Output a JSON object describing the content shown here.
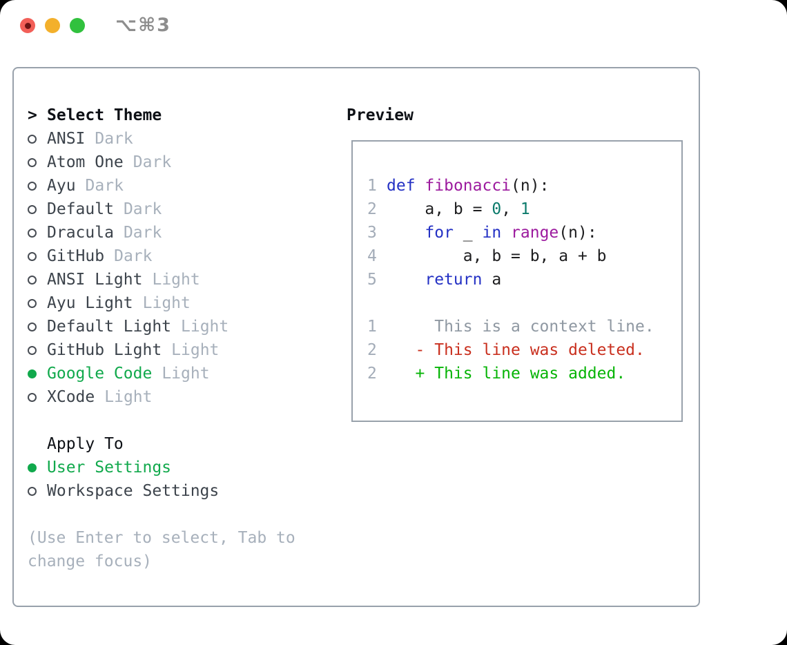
{
  "titlebar": {
    "title": "⌥⌘3"
  },
  "theme_panel": {
    "header": {
      "marker": ">",
      "label": "Select Theme"
    },
    "themes": [
      {
        "name": "ANSI",
        "variant": "Dark",
        "selected": false
      },
      {
        "name": "Atom One",
        "variant": "Dark",
        "selected": false
      },
      {
        "name": "Ayu",
        "variant": "Dark",
        "selected": false
      },
      {
        "name": "Default",
        "variant": "Dark",
        "selected": false
      },
      {
        "name": "Dracula",
        "variant": "Dark",
        "selected": false
      },
      {
        "name": "GitHub",
        "variant": "Dark",
        "selected": false
      },
      {
        "name": "ANSI Light",
        "variant": "Light",
        "selected": false
      },
      {
        "name": "Ayu Light",
        "variant": "Light",
        "selected": false
      },
      {
        "name": "Default Light",
        "variant": "Light",
        "selected": false
      },
      {
        "name": "GitHub Light",
        "variant": "Light",
        "selected": false
      },
      {
        "name": "Google Code",
        "variant": "Light",
        "selected": true
      },
      {
        "name": "XCode",
        "variant": "Light",
        "selected": false
      }
    ],
    "apply_to": {
      "label": "Apply To",
      "options": [
        {
          "name": "User Settings",
          "selected": true
        },
        {
          "name": "Workspace Settings",
          "selected": false
        }
      ]
    },
    "hint": "(Use Enter to select, Tab to change focus)"
  },
  "preview": {
    "title": "Preview",
    "code_lines": [
      {
        "num": "1",
        "tokens": [
          {
            "t": "def",
            "c": "kw"
          },
          {
            "t": " "
          },
          {
            "t": "fibonacci",
            "c": "fn"
          },
          {
            "t": "(n):"
          }
        ]
      },
      {
        "num": "2",
        "tokens": [
          {
            "t": "    a, b = "
          },
          {
            "t": "0",
            "c": "num"
          },
          {
            "t": ", "
          },
          {
            "t": "1",
            "c": "num"
          }
        ]
      },
      {
        "num": "3",
        "tokens": [
          {
            "t": "    "
          },
          {
            "t": "for",
            "c": "kw"
          },
          {
            "t": " _ "
          },
          {
            "t": "in",
            "c": "kw"
          },
          {
            "t": " "
          },
          {
            "t": "range",
            "c": "fn"
          },
          {
            "t": "(n):"
          }
        ]
      },
      {
        "num": "4",
        "tokens": [
          {
            "t": "        a, b = b, a + b"
          }
        ]
      },
      {
        "num": "5",
        "tokens": [
          {
            "t": "    "
          },
          {
            "t": "return",
            "c": "kw"
          },
          {
            "t": " a"
          }
        ]
      }
    ],
    "diff_lines": [
      {
        "num": "1",
        "text": "     This is a context line.",
        "type": "context"
      },
      {
        "num": "2",
        "text": "   - This line was deleted.",
        "type": "deleted"
      },
      {
        "num": "2",
        "text": "   + This line was added.",
        "type": "added"
      }
    ]
  },
  "colors": {
    "accent_green": "#11a94c",
    "diff_red": "#c9301f",
    "diff_green": "#06b406",
    "kw_blue": "#2431c4",
    "fn_purple": "#9c1a9e",
    "num_teal": "#0b7a6b",
    "code_text": "#1d1d1f",
    "list_text": "#3c434b",
    "muted_gray": "#a7b0bb",
    "ln_gray": "#a3acb8",
    "context_gray": "#8f98a2",
    "border_gray": "#98a1ab",
    "header_black": "#0e1116",
    "title_gray": "#8d8d8d",
    "traffic_red": "#f25f58",
    "traffic_red_dot": "#6d1414",
    "traffic_yellow": "#f3b02c",
    "traffic_green": "#31c13e"
  }
}
